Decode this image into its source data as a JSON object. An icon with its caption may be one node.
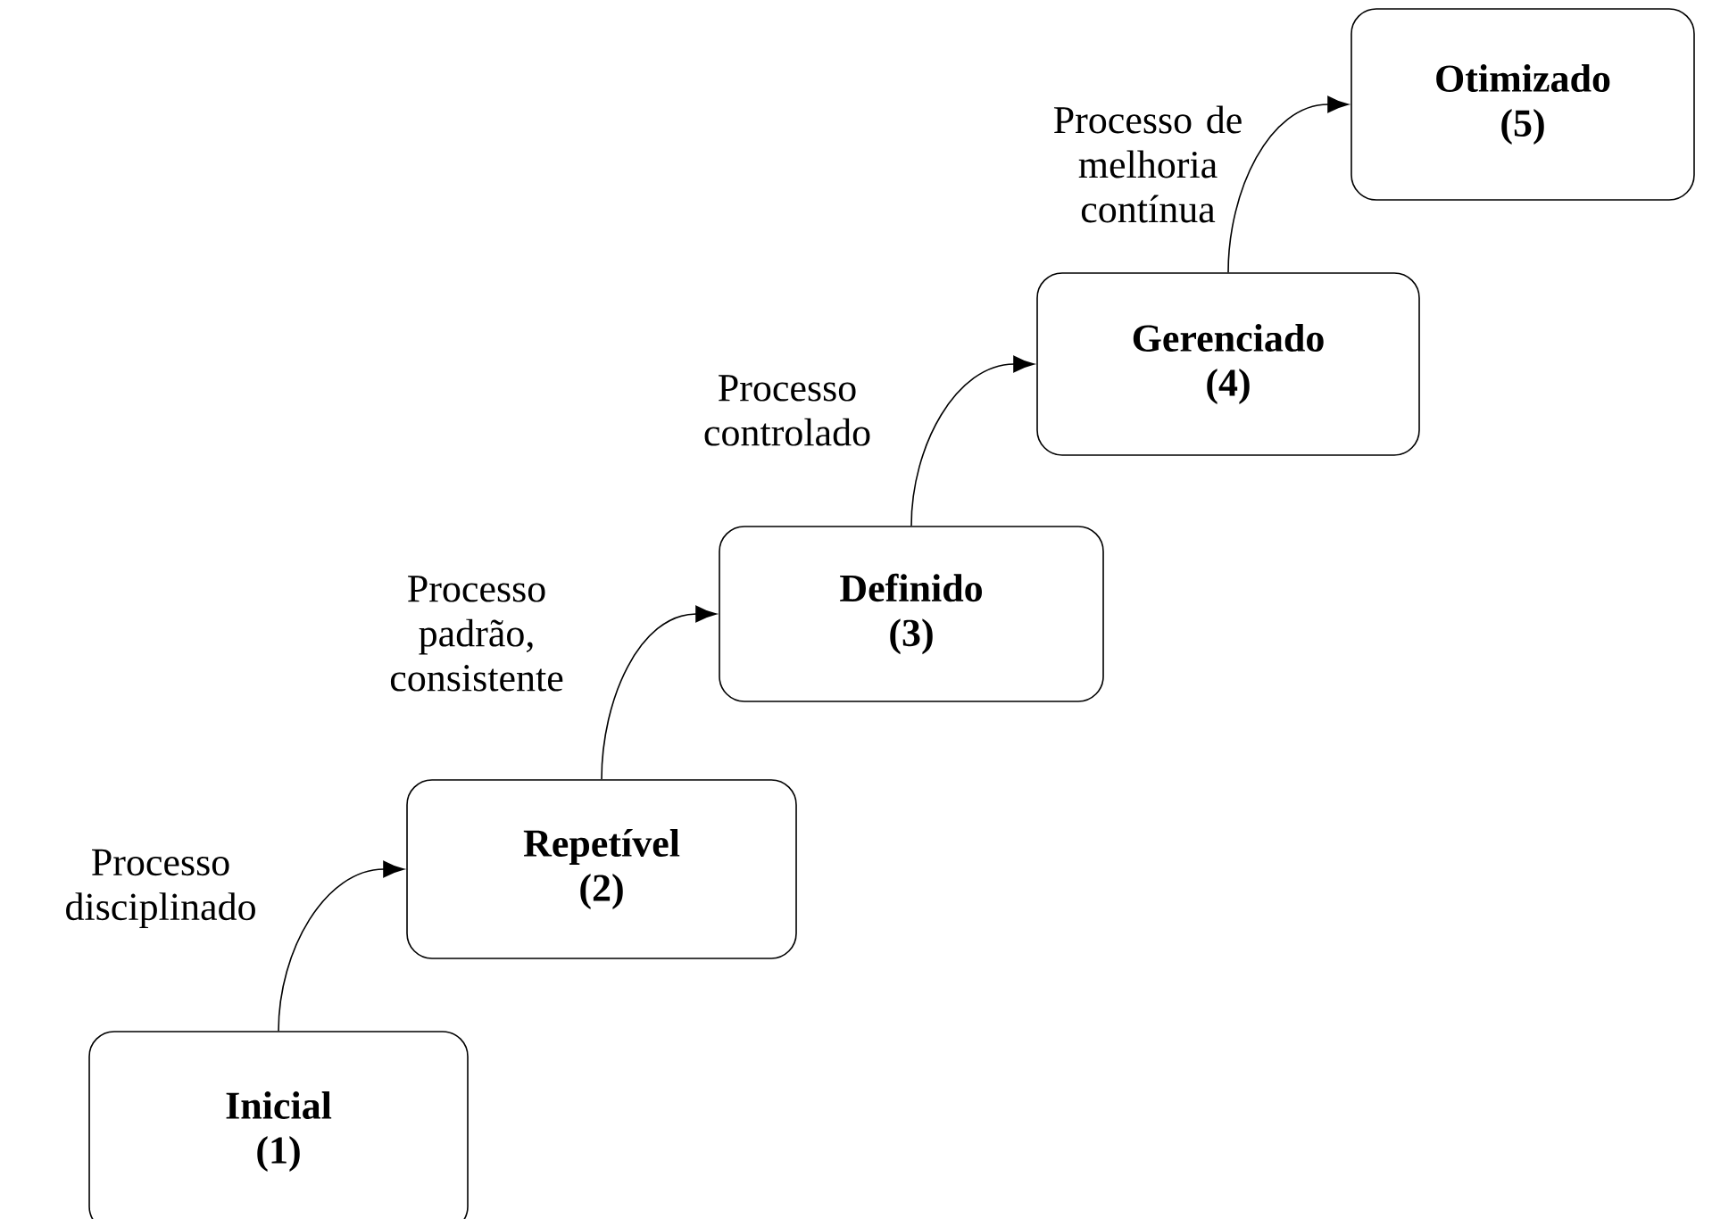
{
  "diagram": {
    "nodes": [
      {
        "text": [
          "Inicial",
          "(1)"
        ]
      },
      {
        "text": [
          "Repetível",
          "(2)"
        ]
      },
      {
        "text": [
          "Definido",
          "(3)"
        ]
      },
      {
        "text": [
          "Gerenciado",
          "(4)"
        ]
      },
      {
        "text": [
          "Otimizado",
          "(5)"
        ]
      }
    ],
    "edges": [
      {
        "from": 0,
        "to": 1,
        "arrow": "to",
        "label": "Processo disciplinado"
      },
      {
        "from": 1,
        "to": 2,
        "arrow": "to",
        "label": "Processo padrão, consistente"
      },
      {
        "from": 2,
        "to": 3,
        "arrow": "to",
        "label": "Processo controlado"
      },
      {
        "from": 3,
        "to": 4,
        "arrow": "to",
        "label": "Processo de melhoria contínua"
      }
    ]
  }
}
